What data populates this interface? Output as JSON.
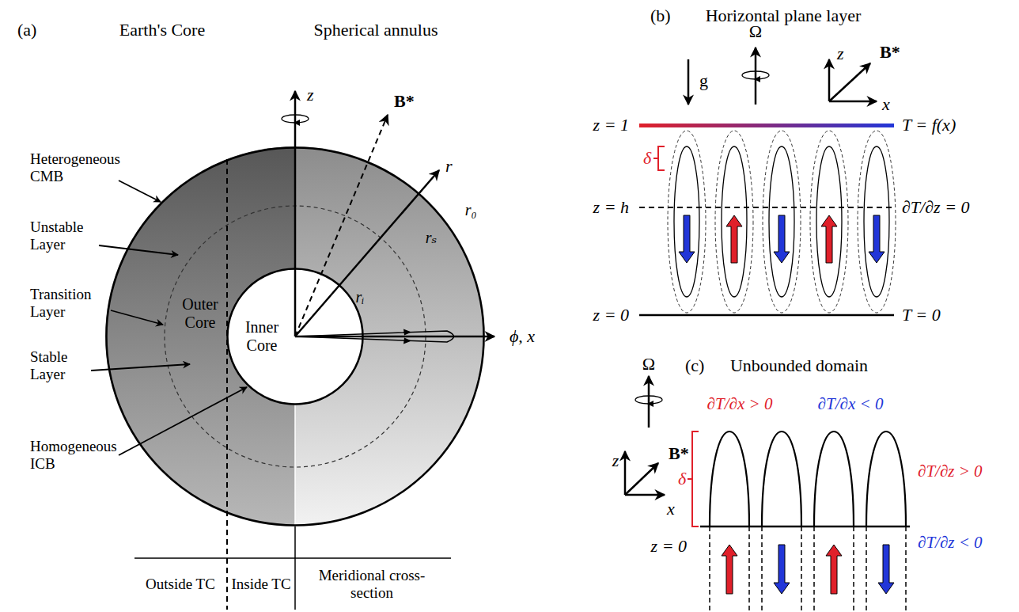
{
  "diagram": {
    "nodes": [
      {
        "text": [
          "Outer Core"
        ]
      },
      {
        "text": [
          "Inner Core"
        ],
        "in": 0
      }
    ],
    "labels": [
      "(a)",
      "Earth's Core",
      "Spherical annulus",
      "z",
      "B*",
      "r",
      "r₀",
      "rₛ",
      "rᵢ",
      "ϕ, x",
      "Heterogeneous CMB",
      "Unstable Layer",
      "Transition Layer",
      "Stable Layer",
      "Homogeneous ICB",
      "Outside TC",
      "Inside TC",
      "Meridional cross-section",
      "(b)",
      "Horizontal plane layer",
      "g",
      "Ω",
      "z",
      "B*",
      "x",
      "z = 1",
      "T = f(x)",
      "δ",
      "z = h",
      "∂T/∂z = 0",
      "z = 0",
      "T = 0",
      "(c)",
      "Unbounded domain",
      "Ω",
      "z",
      "B*",
      "x",
      "∂T/∂x > 0",
      "∂T/∂x < 0",
      "δ",
      "∂T/∂z > 0",
      "∂T/∂z < 0",
      "z = 0"
    ]
  }
}
